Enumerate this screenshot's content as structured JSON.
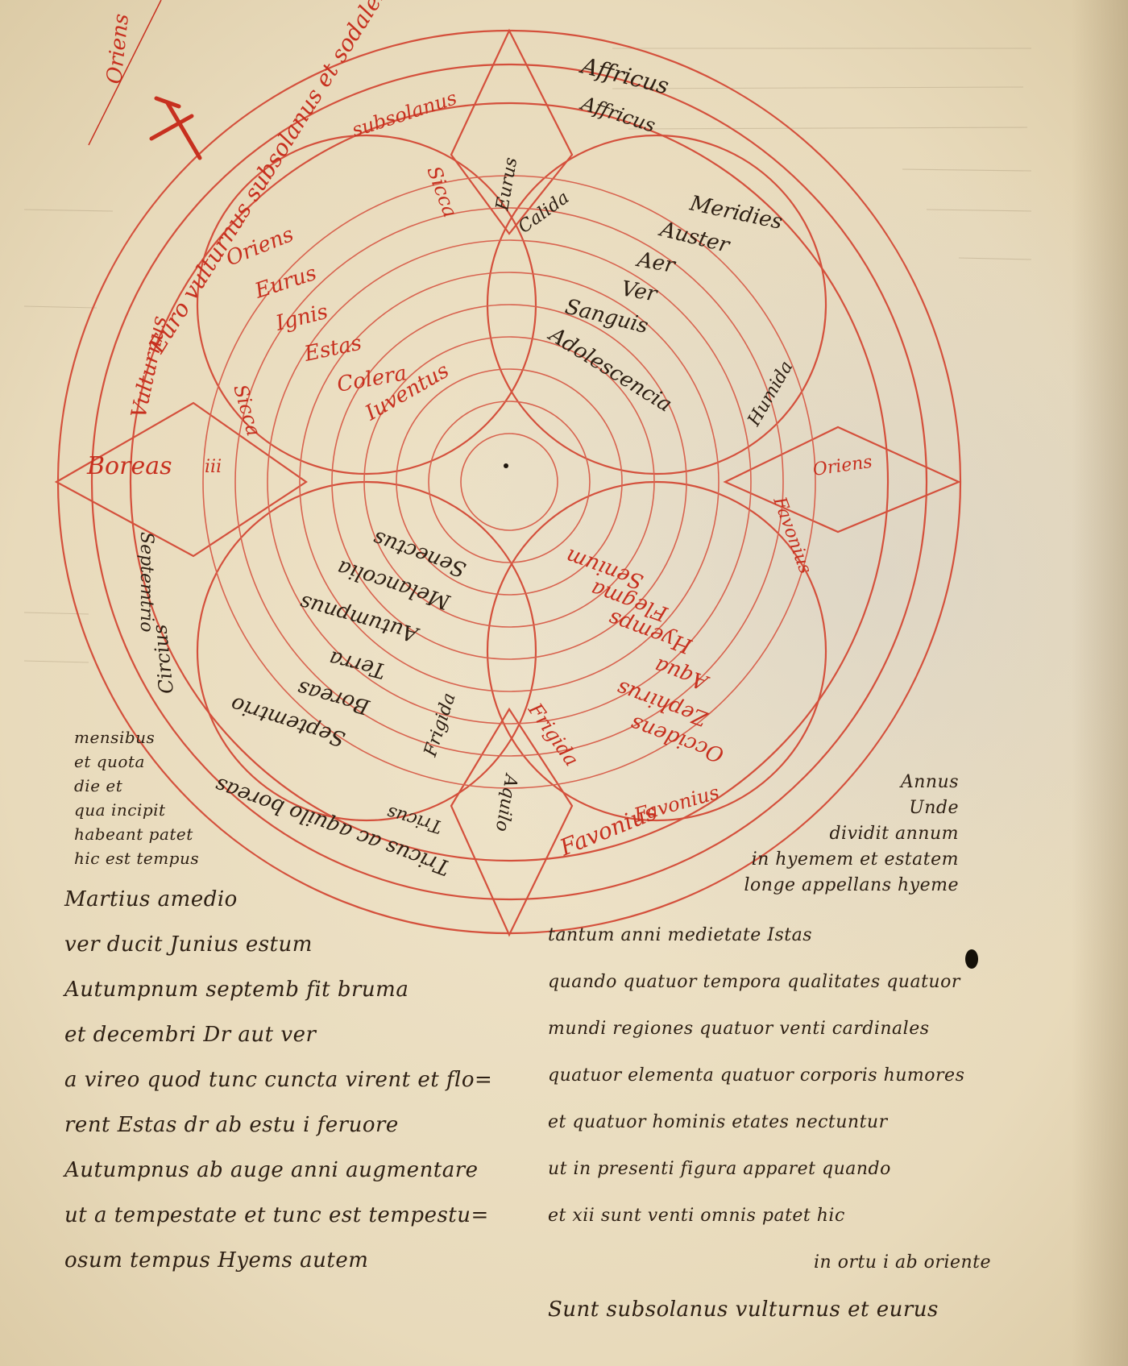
{
  "diagram": {
    "top_arc": "Euro vulturnus subsolanus et sodales",
    "top_arc_inner": "subsolanus",
    "oriens": "Oriens",
    "east_compass": "Oriens",
    "ne_arc": "Affricus",
    "ne_arc_inner": "Affricus",
    "north_compass": "Boreas",
    "north_compass_suffix": "iii",
    "left_vert_1": "Vulturnus",
    "left_vert_2": "Septemtrio",
    "bottom_arc": "Tricus ac aquilo boreas",
    "bottom_arc_inner": "Tricus",
    "se_arc": "Circius",
    "sw_arc": "Favonius",
    "sw_arc_inner": "Favonius",
    "ur_quad": [
      "Meridies",
      "Auster",
      "Aer",
      "Ver",
      "Sanguis",
      "Adolescencia"
    ],
    "ul_quad": [
      "Oriens",
      "Eurus",
      "Ignis",
      "Estas",
      "Colera",
      "Iuventus"
    ],
    "ll_quad": [
      "Septemtrio",
      "Boreas",
      "Terra",
      "Autumpnus",
      "Melancolia",
      "Senectus"
    ],
    "lr_quad": [
      "Occidens",
      "Zephirus",
      "Aqua",
      "Hyemps",
      "Flegma",
      "Senium"
    ],
    "quality_calida": "Calida",
    "quality_sicca_top": "Sicca",
    "quality_sicca_left": "Sicca",
    "quality_frigida": "Frigida",
    "quality_humida": "Humida",
    "quality_frigida_red": "Frigida",
    "diamond_top": "Eurus",
    "diamond_bottom": "Aquilo",
    "compass_west": "Favonius"
  },
  "left_notes": [
    "mensibus",
    "et quota",
    "die et",
    "qua incipit",
    "habeant patet",
    "hic est tempus"
  ],
  "left_text": [
    "Martius amedio",
    "ver ducit Junius estum",
    "Autumpnum septemb fit bruma",
    "et decembri Dr aut ver",
    "a vireo quod tunc cuncta virent et flo=",
    "rent Estas dr ab estu i feruore",
    "Autumpnus ab auge anni augmentare",
    "ut a tempestate et tunc est tempestu=",
    "osum tempus Hyems autem"
  ],
  "right_notes": [
    "Annus",
    "Unde",
    "dividit annum",
    "in hyemem et estatem",
    "longe appellans hyeme"
  ],
  "right_text": [
    "tantum anni medietate Istas",
    "quando quatuor tempora qualitates quatuor",
    "mundi regiones quatuor venti cardinales",
    "quatuor elementa quatuor corporis humores",
    "et quatuor hominis etates nectuntur",
    "ut in presenti figura apparet quando",
    "et xii sunt venti omnis patet hic",
    "in ortu i ab oriente",
    "Sunt subsolanus vulturnus et eurus"
  ],
  "colors": {
    "rubric": "#c7301f",
    "ink": "#2e2014",
    "vellum": "#ece0c4"
  }
}
